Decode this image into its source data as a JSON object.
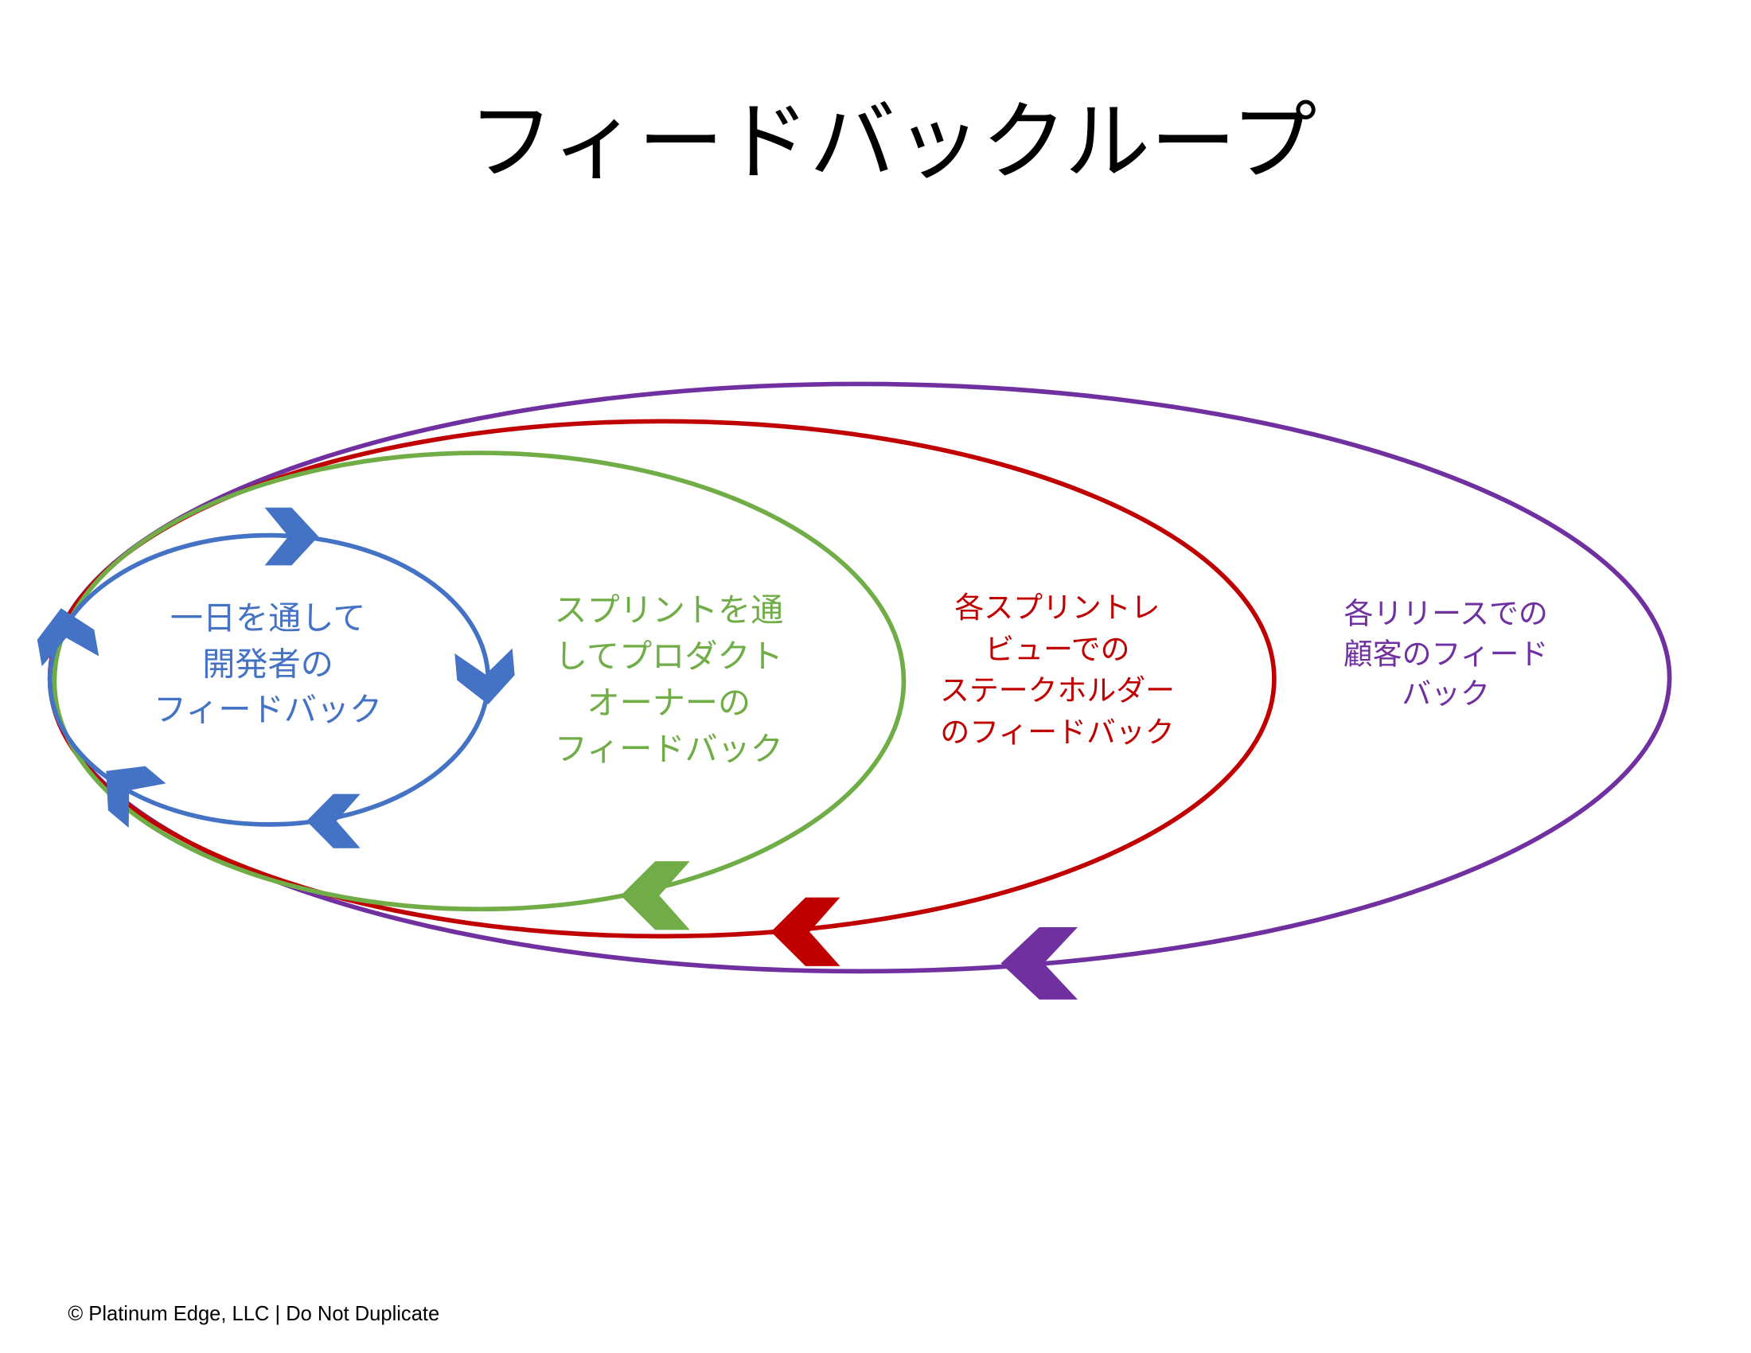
{
  "title": "フィードバックループ",
  "loops": [
    {
      "id": "daily",
      "color": "#4472C4",
      "lines": [
        "一日を通して",
        "開発者の",
        "フィードバック"
      ]
    },
    {
      "id": "sprint",
      "color": "#70AD47",
      "lines": [
        "スプリントを通",
        "してプロダクト",
        "オーナーの",
        "フィードバック"
      ]
    },
    {
      "id": "review",
      "color": "#C00000",
      "lines": [
        "各スプリントレ",
        "ビューでの",
        "ステークホルダー",
        "のフィードバック"
      ]
    },
    {
      "id": "release",
      "color": "#7030A0",
      "lines": [
        "各リリースでの",
        "顧客のフィード",
        "バック"
      ]
    }
  ],
  "footer": "© Platinum Edge, LLC | Do Not Duplicate"
}
